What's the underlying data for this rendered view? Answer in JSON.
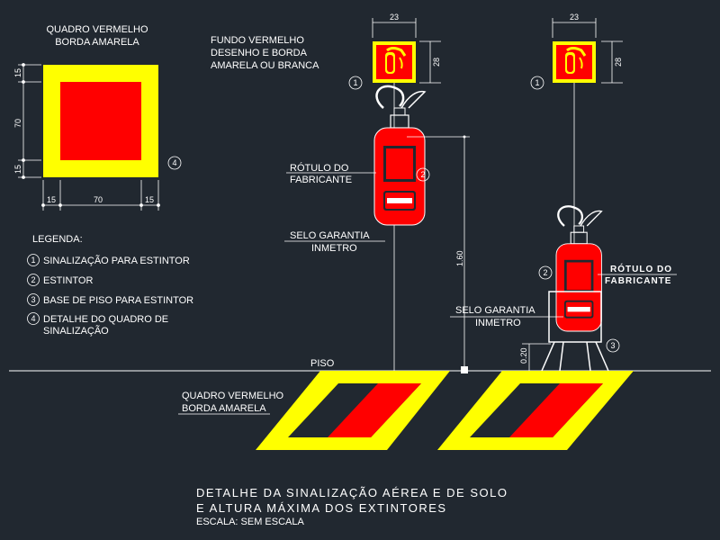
{
  "colors": {
    "background": "#212830",
    "red": "#ff0000",
    "yellow": "#ffff00",
    "line": "#ffffff"
  },
  "detail_square": {
    "label_line1": "QUADRO VERMELHO",
    "label_line2": "BORDA AMARELA",
    "dim_top": "15",
    "dim_mid": "70",
    "dim_bottom": "15",
    "dim_left": "15",
    "dim_center": "70",
    "dim_right": "15",
    "marker": "4"
  },
  "sign_label": {
    "line1": "FUNDO VERMELHO",
    "line2": "DESENHO E BORDA",
    "line3": "AMARELA OU BRANCA"
  },
  "sign_dims": {
    "width": "23",
    "height": "28"
  },
  "markers": {
    "sign": "1",
    "extinguisher": "2",
    "base": "3"
  },
  "left_extinguisher": {
    "label_rotulo_1": "RÓTULO DO",
    "label_rotulo_2": "FABRICANTE",
    "label_selo_1": "SELO GARANTIA",
    "label_selo_2": "INMETRO",
    "height_dim": "1.60"
  },
  "right_extinguisher": {
    "label_rotulo_1": "RÓTULO DO",
    "label_rotulo_2": "FABRICANTE",
    "label_selo_1": "SELO GARANTIA",
    "label_selo_2": "INMETRO",
    "base_dim": "0.20"
  },
  "floor_label": "PISO",
  "floor_square_label": {
    "line1": "QUADRO VERMELHO",
    "line2": "BORDA AMARELA"
  },
  "legend": {
    "title": "LEGENDA:",
    "items": [
      {
        "num": "1",
        "text": "SINALIZAÇÃO PARA ESTINTOR"
      },
      {
        "num": "2",
        "text": "ESTINTOR"
      },
      {
        "num": "3",
        "text": "BASE DE PISO PARA ESTINTOR"
      },
      {
        "num": "4",
        "text": "DETALHE DO QUADRO DE",
        "text2": "SINALIZAÇÃO"
      }
    ]
  },
  "title": {
    "line1": "DETALHE DA SINALIZAÇÃO AÉREA E DE SOLO",
    "line2": "E ALTURA MÁXIMA DOS EXTINTORES",
    "line3": "ESCALA: SEM ESCALA"
  }
}
